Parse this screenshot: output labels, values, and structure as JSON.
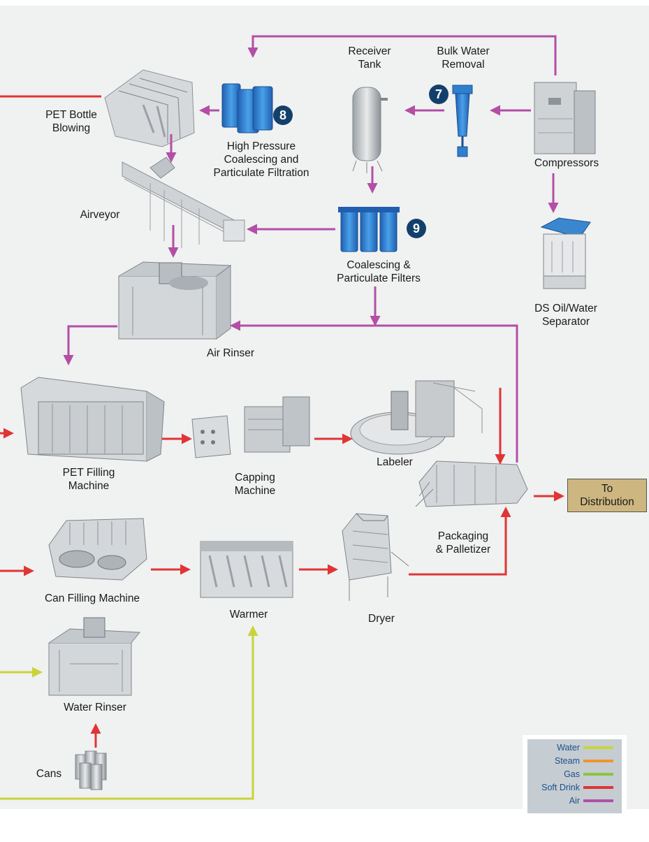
{
  "machines": {
    "pet_bottle_blowing": "PET Bottle\nBlowing",
    "airveyor": "Airveyor",
    "air_rinser": "Air Rinser",
    "pet_filling_machine": "PET Filling\nMachine",
    "capping_machine": "Capping\nMachine",
    "labeler": "Labeler",
    "packaging_palletizer": "Packaging\n& Palletizer",
    "can_filling_machine": "Can Filling Machine",
    "warmer": "Warmer",
    "dryer": "Dryer",
    "water_rinser": "Water Rinser",
    "cans": "Cans"
  },
  "air_system": {
    "receiver_tank": "Receiver\nTank",
    "bulk_water_removal": "Bulk Water\nRemoval",
    "compressors": "Compressors",
    "high_pressure_filtration": "High Pressure\nCoalescing and\nParticulate Filtration",
    "coalescing_particulate_filters": "Coalescing &\nParticulate Filters",
    "ds_oil_water_separator": "DS Oil/Water\nSeparator"
  },
  "badges": {
    "bulk_water": "7",
    "high_pressure": "8",
    "coalescing": "9"
  },
  "destination": "To\nDistribution",
  "legend": [
    {
      "label": "Water",
      "color": "#c9d43a"
    },
    {
      "label": "Steam",
      "color": "#f0952b"
    },
    {
      "label": "Gas",
      "color": "#8cc43f"
    },
    {
      "label": "Soft Drink",
      "color": "#e03535"
    },
    {
      "label": "Air",
      "color": "#b24fa6"
    }
  ],
  "colors": {
    "air": "#b24fa6",
    "soft_drink": "#e03535",
    "water": "#c9d43a",
    "badge": "#13406b",
    "filter_blue": "#2f7fd0"
  }
}
